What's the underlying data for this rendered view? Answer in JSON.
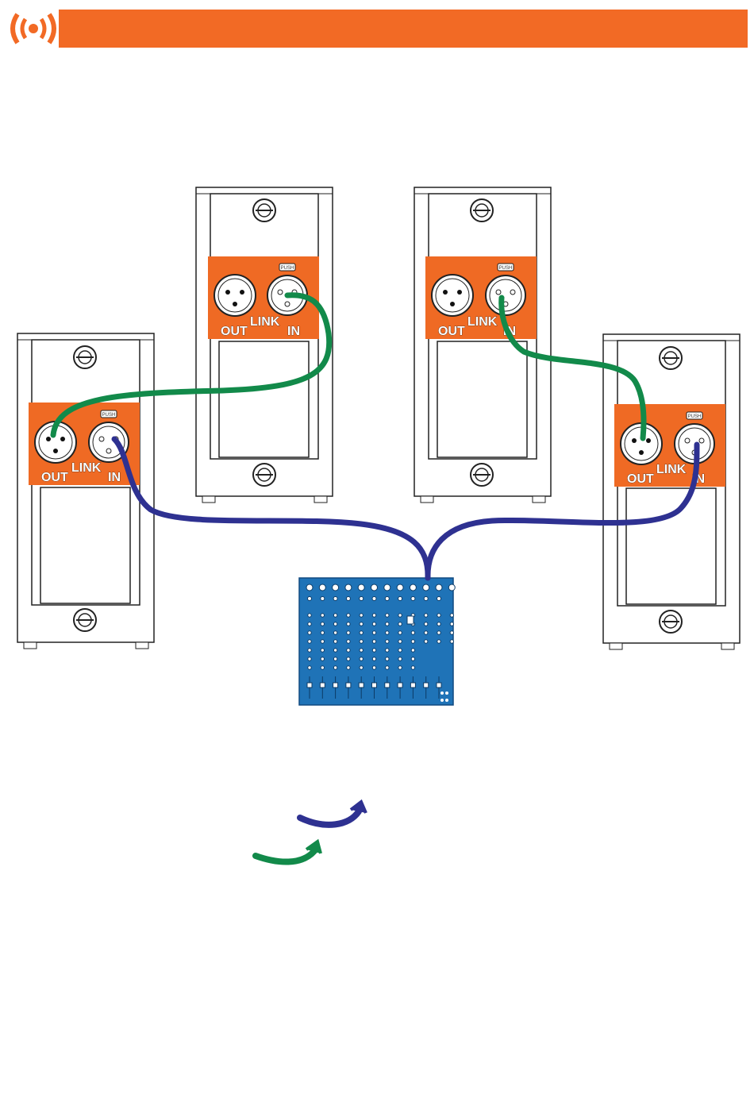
{
  "colors": {
    "accent": "#f26a25",
    "panel": "#ef6a24",
    "cable_link": "#128a4a",
    "cable_input": "#2e3191",
    "mixer": "#1f73b7"
  },
  "icons": {
    "logo": "sound-waves-icon",
    "connectors": "xlr-connector-icon",
    "mixer": "mixing-console-icon"
  },
  "speakers": [
    {
      "out_label": "OUT",
      "link_label": "LINK",
      "in_label": "IN",
      "push_label": "PUSH"
    },
    {
      "out_label": "OUT",
      "link_label": "LINK",
      "in_label": "IN",
      "push_label": "PUSH"
    },
    {
      "out_label": "OUT",
      "link_label": "LINK",
      "in_label": "IN",
      "push_label": "PUSH"
    },
    {
      "out_label": "OUT",
      "link_label": "LINK",
      "in_label": "IN",
      "push_label": "PUSH"
    }
  ]
}
